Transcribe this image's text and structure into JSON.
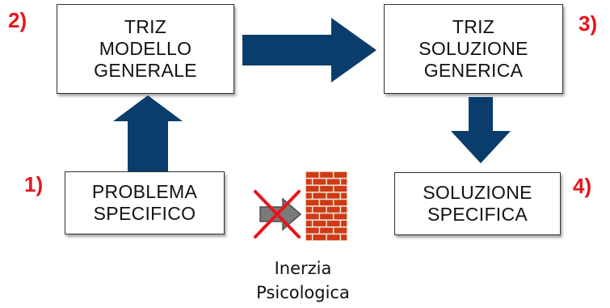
{
  "steps": [
    {
      "number": "1)",
      "lines": [
        "PROBLEMA",
        "SPECIFICO"
      ]
    },
    {
      "number": "2)",
      "lines": [
        "TRIZ",
        "MODELLO",
        "GENERALE"
      ]
    },
    {
      "number": "3)",
      "lines": [
        "TRIZ",
        "SOLUZIONE",
        "GENERICA"
      ]
    },
    {
      "number": "4)",
      "lines": [
        "SOLUZIONE",
        "SPECIFICA"
      ]
    }
  ],
  "barrier": {
    "lines": [
      "Inerzia",
      "Psicologica"
    ]
  },
  "colors": {
    "arrow": "#0a3d6b",
    "number": "#e8141b",
    "cross": "#e8141b",
    "brick": "#d03a14",
    "gray_arrow": "#777777"
  }
}
